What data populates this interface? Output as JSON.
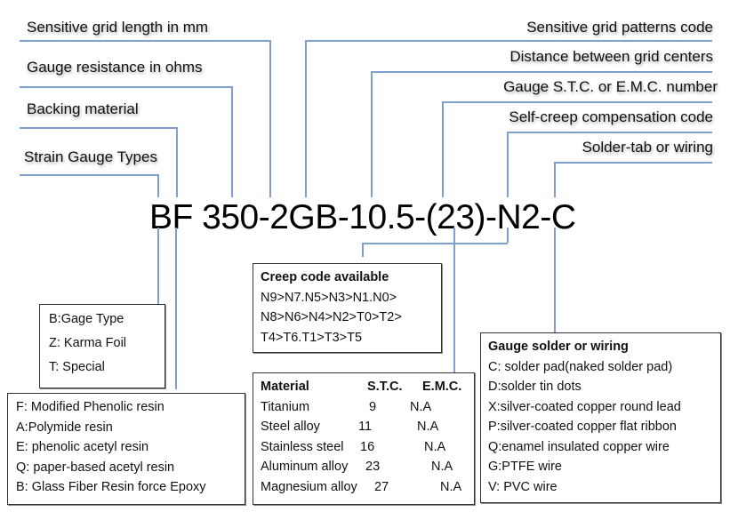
{
  "code": "BF 350-2GB-10.5-(23)-N2-C",
  "left_labels": [
    "Sensitive grid length in mm",
    "Gauge resistance in ohms",
    "Backing material",
    "Strain Gauge Types"
  ],
  "right_labels": [
    "Sensitive grid patterns code",
    "Distance between grid centers",
    "Gauge S.T.C. or  E.M.C. number",
    "Self-creep compensation code",
    "Solder-tab or wiring"
  ],
  "gauge_type_box": {
    "items": [
      "B:Gage Type",
      "Z: Karma Foil",
      "T: Special"
    ]
  },
  "backing_box": {
    "items": [
      "F: Modified Phenolic resin",
      "A:Polymide resin",
      "E: phenolic acetyl resin",
      "Q: paper-based acetyl resin",
      "B: Glass Fiber Resin force Epoxy"
    ]
  },
  "creep_box": {
    "title": "Creep code available",
    "items": [
      "N9>N7.N5>N3>N1.N0>",
      "N8>N6>N4>N2>T0>T2>",
      "T4>T6.T1>T3>T5"
    ]
  },
  "material_box": {
    "headers": [
      "Material",
      "S.T.C.",
      "E.M.C."
    ],
    "rows": [
      [
        "Titanium",
        "9",
        "N.A"
      ],
      [
        "Steel alloy",
        "11",
        "N.A"
      ],
      [
        "Stainless steel",
        "16",
        "N.A"
      ],
      [
        "Aluminum alloy",
        "23",
        "N.A"
      ],
      [
        "Magnesium alloy",
        "27",
        "N.A"
      ]
    ]
  },
  "wiring_box": {
    "title": "Gauge solder or wiring",
    "items": [
      "C: solder pad(naked solder pad)",
      "D:solder tin dots",
      "X:silver-coated  copper round lead",
      "P:silver-coated  copper flat ribbon",
      "Q:enamel insulated copper wire",
      "G:PTFE wire",
      "V: PVC wire"
    ]
  }
}
